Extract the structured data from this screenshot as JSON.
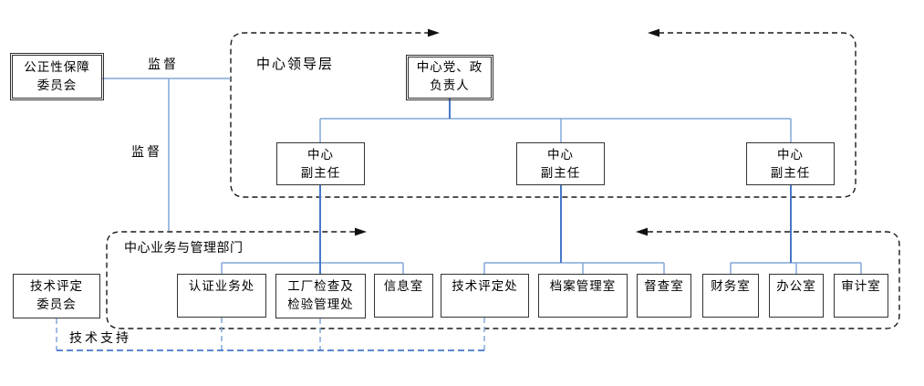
{
  "diagram": {
    "kind": "organization-chart",
    "colors": {
      "connector_blue_light": "#82a7d8",
      "connector_blue_strong": "#4678c8",
      "dashed_outline_black": "#1a1a1a",
      "box_border": "#333333",
      "text": "#000000",
      "background": "#ffffff"
    }
  },
  "labels": {
    "supervision_top": "监督",
    "supervision_side": "监督",
    "tech_support": "技术支持",
    "leadership_group": "中心领导层",
    "business_group": "中心业务与管理部门"
  },
  "boxes": {
    "fairness_committee": {
      "line1": "公正性保障",
      "line2": "委员会"
    },
    "center_leader": {
      "line1": "中心党、政",
      "line2": "负责人"
    },
    "deputy1": {
      "line1": "中心",
      "line2": "副主任"
    },
    "deputy2": {
      "line1": "中心",
      "line2": "副主任"
    },
    "deputy3": {
      "line1": "中心",
      "line2": "副主任"
    },
    "tech_committee": {
      "line1": "技术评定",
      "line2": "委员会"
    },
    "departments": [
      {
        "line1": "认证业务处",
        "line2": ""
      },
      {
        "line1": "工厂检查及",
        "line2": "检验管理处"
      },
      {
        "line1": "信息室",
        "line2": ""
      },
      {
        "line1": "技术评定处",
        "line2": ""
      },
      {
        "line1": "档案管理室",
        "line2": ""
      },
      {
        "line1": "督查室",
        "line2": ""
      },
      {
        "line1": "财务室",
        "line2": ""
      },
      {
        "line1": "办公室",
        "line2": ""
      },
      {
        "line1": "审计室",
        "line2": ""
      }
    ]
  }
}
